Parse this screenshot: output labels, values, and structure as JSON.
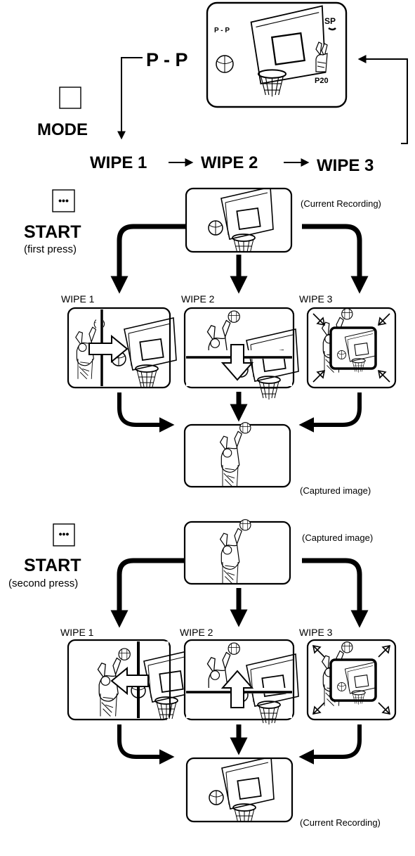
{
  "mode_section": {
    "pp_label": "P - P",
    "mode_label": "MODE",
    "wipe_labels": [
      "WIPE 1",
      "WIPE 2",
      "WIPE 3"
    ],
    "screen_labels": {
      "top_left": "P - P",
      "top_right": "SP",
      "bottom_right": "P20"
    }
  },
  "first_press": {
    "button_label": "START",
    "press_label": "(first press)",
    "source_caption": "(Current Recording)",
    "wipe_labels": [
      "WIPE 1",
      "WIPE 2",
      "WIPE 3"
    ],
    "result_caption": "(Captured image)"
  },
  "second_press": {
    "button_label": "START",
    "press_label": "(second press)",
    "source_caption": "(Captured image)",
    "wipe_labels": [
      "WIPE 1",
      "WIPE 2",
      "WIPE 3"
    ],
    "result_caption": "(Current Recording)"
  },
  "icons": [
    "mode-button-icon",
    "start-button-icon",
    "basketball-hoop-icon",
    "player-shooting-icon",
    "basketball-icon"
  ]
}
